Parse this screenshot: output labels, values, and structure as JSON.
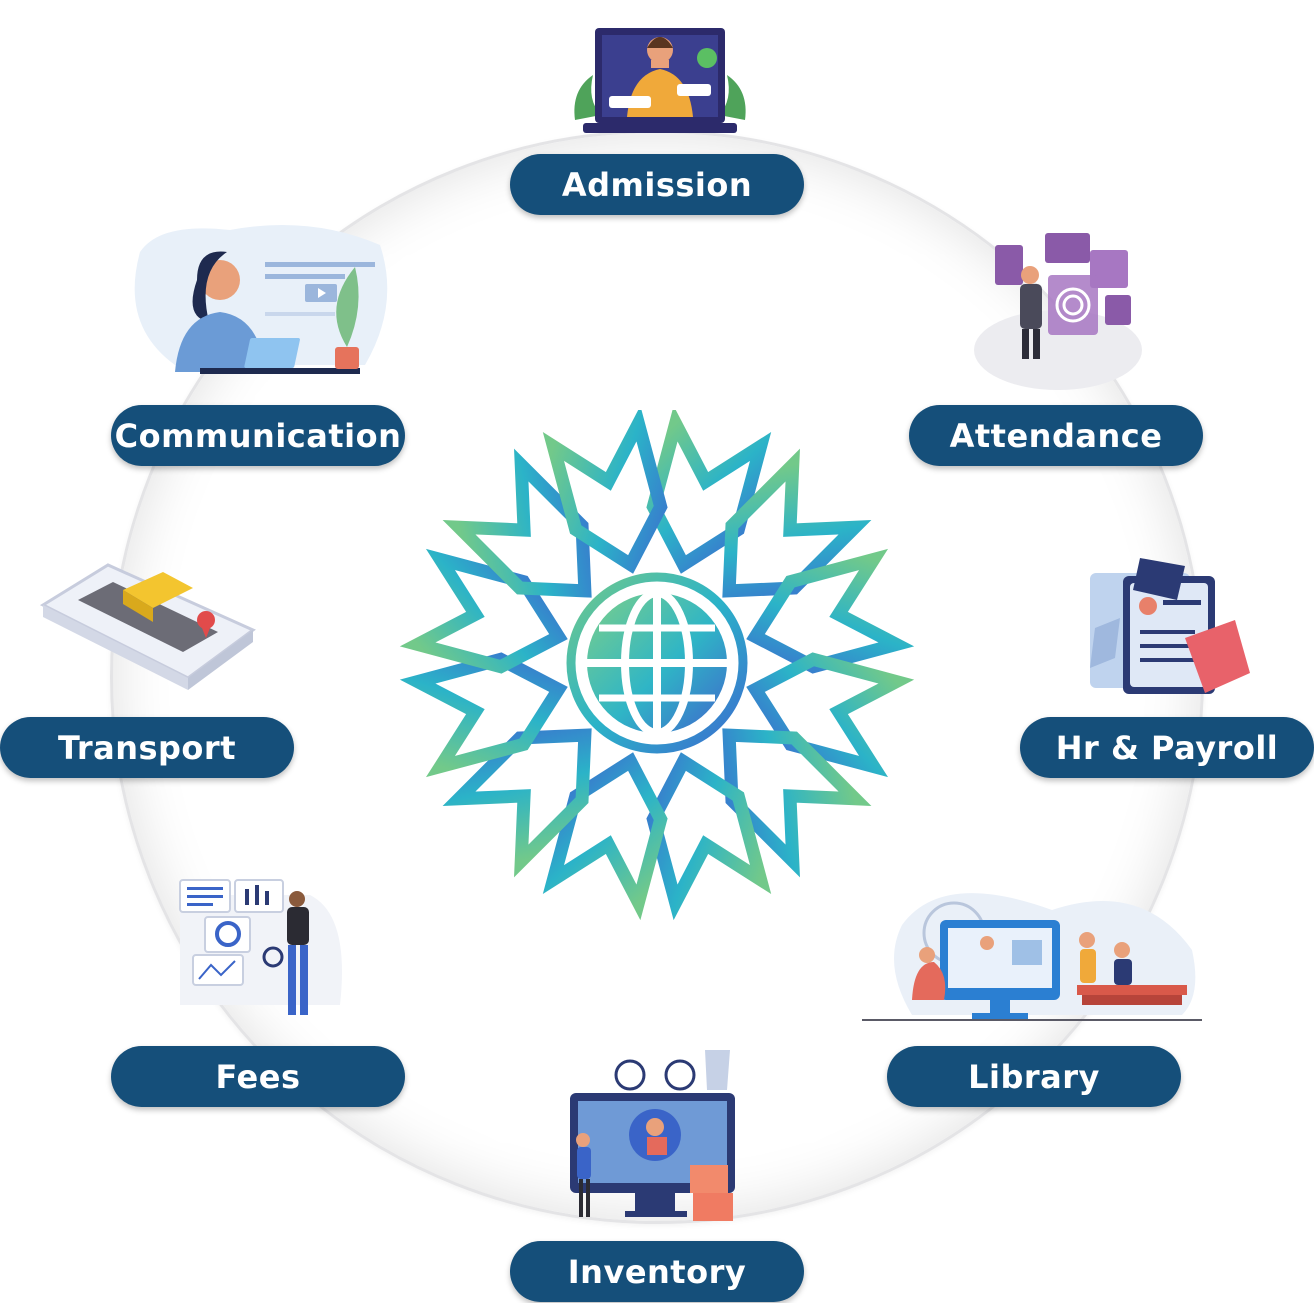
{
  "modules": [
    {
      "id": "admission",
      "label": "Admission"
    },
    {
      "id": "attendance",
      "label": "Attendance"
    },
    {
      "id": "hr-payroll",
      "label": "Hr & Payroll"
    },
    {
      "id": "library",
      "label": "Library"
    },
    {
      "id": "inventory",
      "label": "Inventory"
    },
    {
      "id": "fees",
      "label": "Fees"
    },
    {
      "id": "transport",
      "label": "Transport"
    },
    {
      "id": "communication",
      "label": "Communication"
    }
  ],
  "colors": {
    "pill": "#154f7a",
    "logo_gradient_start": "#68c490",
    "logo_gradient_end": "#3a6fd0"
  }
}
